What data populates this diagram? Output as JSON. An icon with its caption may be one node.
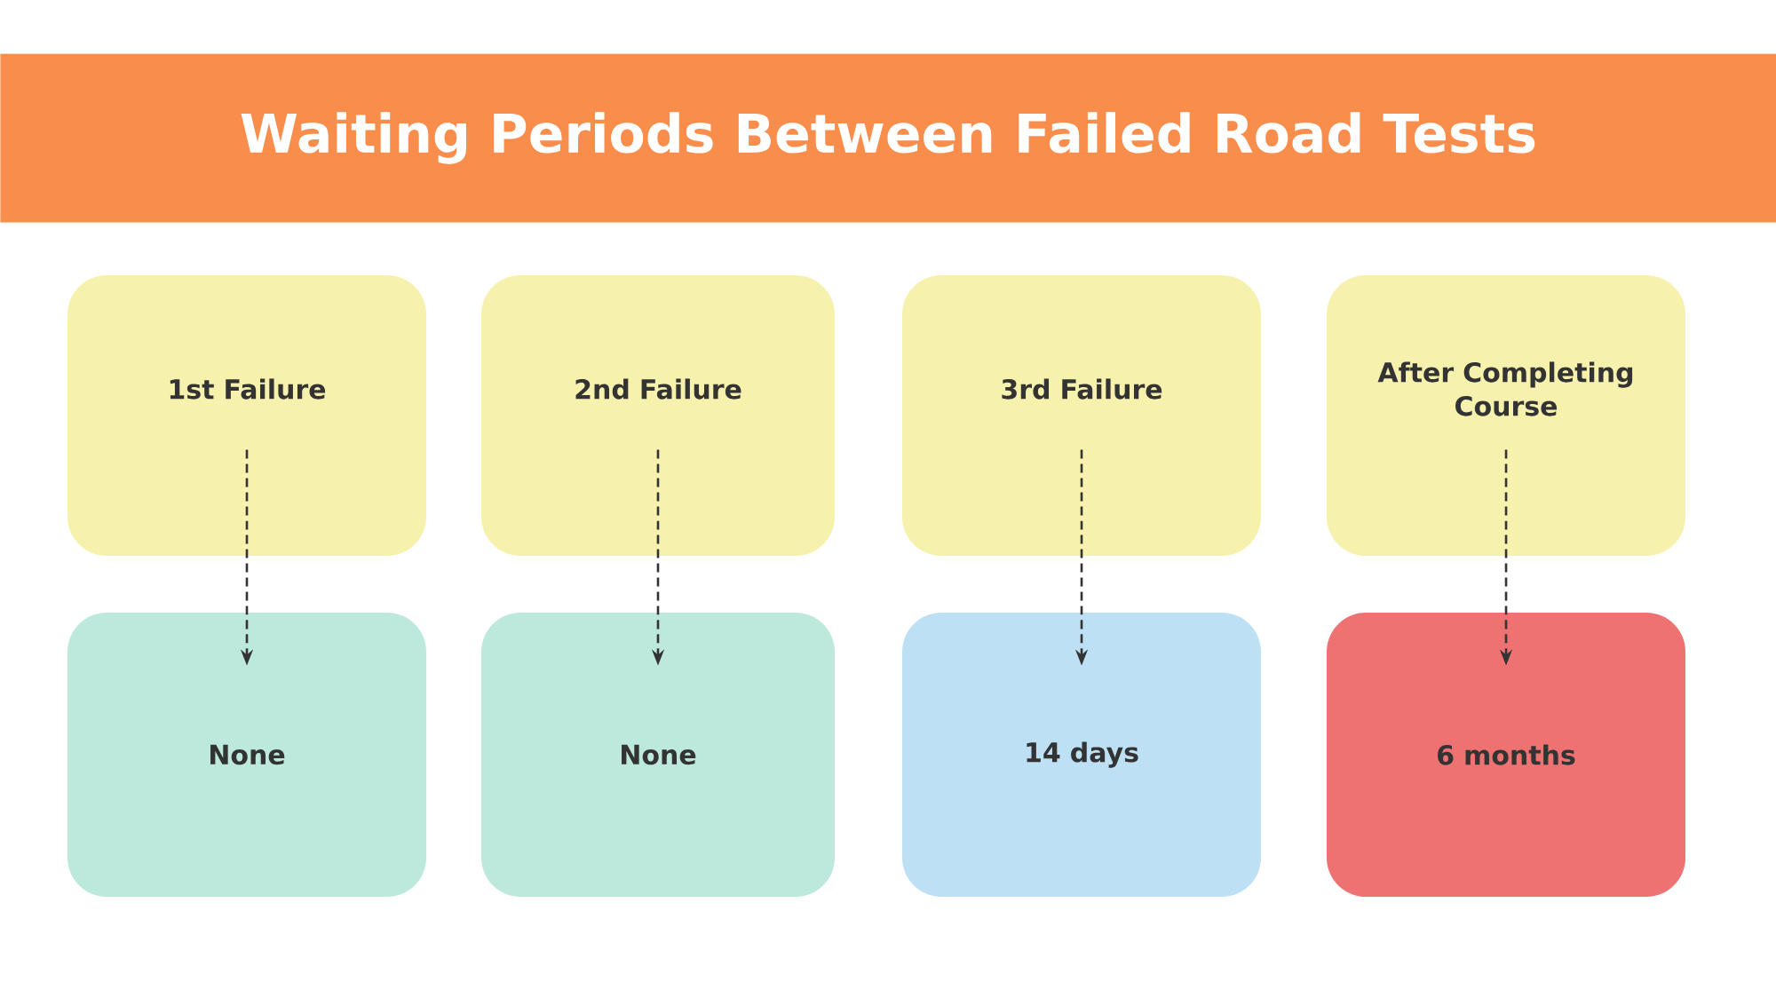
{
  "diagram": {
    "title": "Waiting Periods Between Failed Road Tests",
    "nodes": [
      {
        "text": [
          "1st Failure"
        ]
      },
      {
        "text": [
          "2nd Failure"
        ]
      },
      {
        "text": [
          "3rd Failure"
        ]
      },
      {
        "text": [
          "After Completing Course"
        ]
      },
      {
        "text": [
          "None"
        ]
      },
      {
        "text": [
          "None"
        ]
      },
      {
        "text": [
          "14 days"
        ]
      },
      {
        "text": [
          "6 months"
        ]
      }
    ],
    "edges": [
      {
        "from": 0,
        "to": 4,
        "arrow": "to",
        "style": "dashed"
      },
      {
        "from": 1,
        "to": 5,
        "arrow": "to",
        "style": "dashed"
      },
      {
        "from": 2,
        "to": 6,
        "arrow": "to",
        "style": "dashed"
      },
      {
        "from": 3,
        "to": 7,
        "arrow": "to",
        "style": "dashed"
      }
    ]
  }
}
